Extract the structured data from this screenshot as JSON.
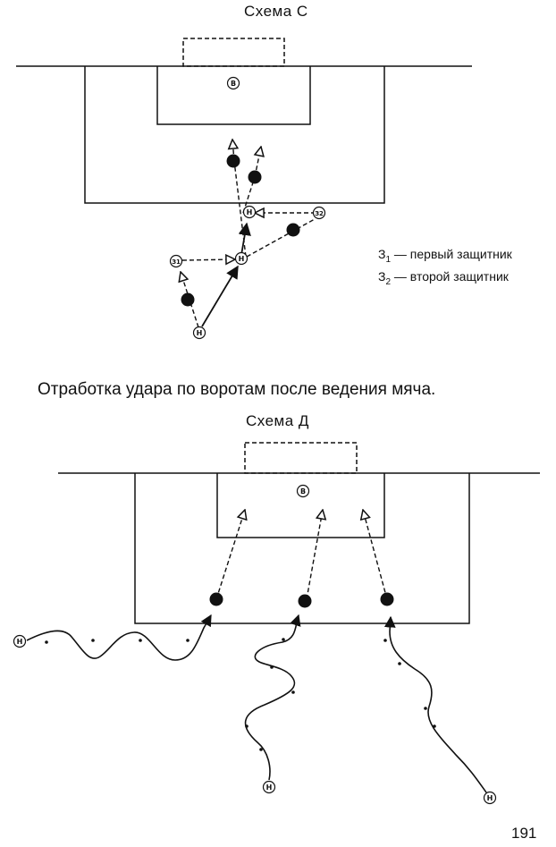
{
  "schema_c": {
    "title": "Схема С",
    "goalkeeper_label": "В",
    "attacker_label": "Н",
    "defender1_label": "З1",
    "defender2_label": "З2"
  },
  "legend": {
    "line1": "— первый защитник",
    "line2": "— второй защитник",
    "z_letter": "З",
    "sub1": "1",
    "sub2": "2"
  },
  "caption": "Отработка удара по воротам после ведения мяча.",
  "schema_d": {
    "title": "Схема Д",
    "goalkeeper_label": "В",
    "attacker_label": "Н"
  },
  "page_number": "191"
}
